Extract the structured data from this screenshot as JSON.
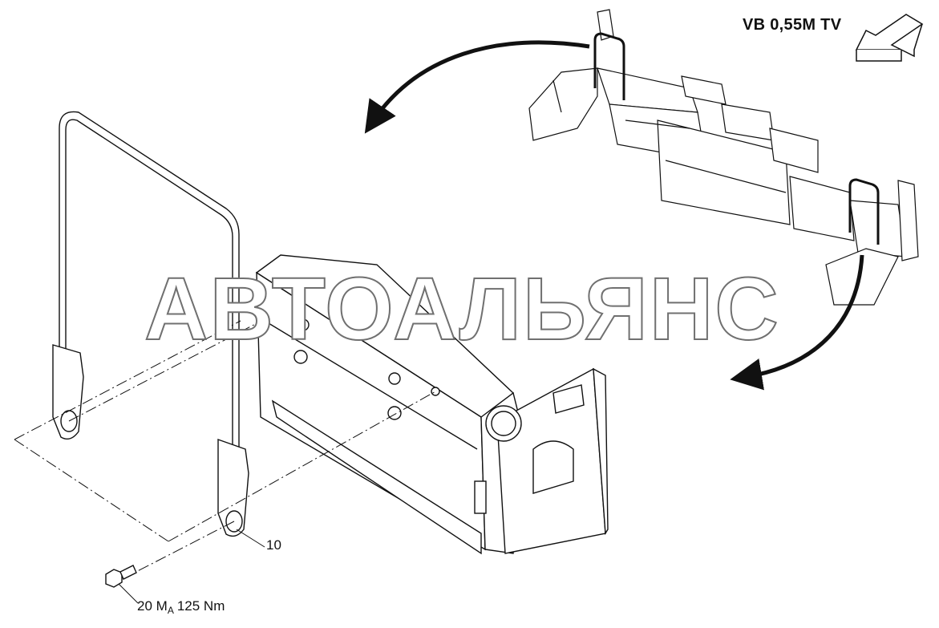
{
  "view_label": "VB 0,55M TV",
  "callouts": {
    "part_10": {
      "number": "10"
    },
    "part_20": {
      "number": "20",
      "torque_symbol": "M",
      "torque_subscript": "A",
      "torque_value": "125 Nm"
    }
  },
  "watermark_text": "АВТОАЛЬЯНС",
  "icons": [
    "view-direction-arrow-icon",
    "curved-arrow-icon"
  ],
  "colors": {
    "line": "#111111",
    "watermark_outline": "#707070",
    "background": "#ffffff"
  }
}
